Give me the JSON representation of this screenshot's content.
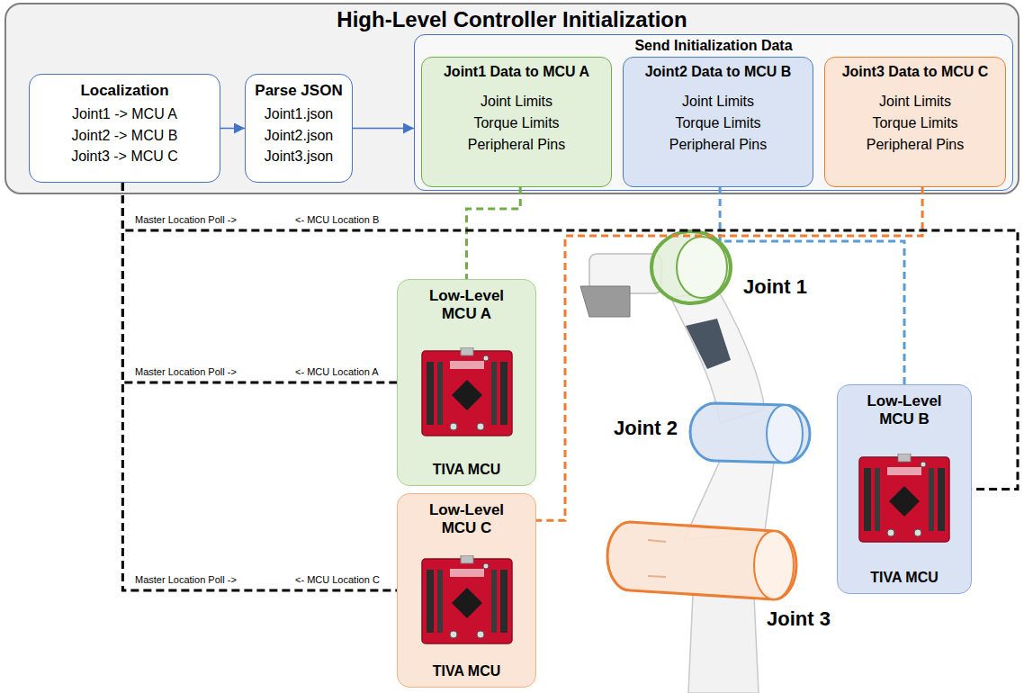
{
  "diagram": {
    "nodes": [
      {
        "text": [
          "High-Level Controller Initialization"
        ]
      },
      {
        "text": [
          "Localization",
          "Joint1 -> MCU A Joint2 -> MCU B Joint3 -> MCU C"
        ],
        "in": 0
      },
      {
        "text": [
          "Parse JSON",
          "Joint1.json Joint2.json Joint3.json"
        ],
        "in": 0
      },
      {
        "text": [
          "Send Initialization Data"
        ],
        "in": 0
      },
      {
        "text": [
          "Joint1 Data to MCU A",
          "Joint Limits Torque Limits Peripheral Pins"
        ],
        "in": 3
      },
      {
        "text": [
          "Joint2 Data to MCU B",
          "Joint Limits Torque Limits Peripheral Pins"
        ],
        "in": 3
      },
      {
        "text": [
          "Joint3 Data to MCU C",
          "Joint Limits Torque Limits Peripheral Pins"
        ],
        "in": 3
      },
      {
        "text": [
          "Low-Level MCU A",
          "TIVA MCU"
        ]
      },
      {
        "text": [
          "Low-Level MCU B",
          "TIVA MCU"
        ]
      },
      {
        "text": [
          "Low-Level MCU C",
          "TIVA MCU"
        ]
      }
    ],
    "edges": [
      {
        "from": 1,
        "to": 2,
        "arrow": "to"
      },
      {
        "from": 2,
        "to": 3,
        "arrow": "to"
      },
      {
        "from": 4,
        "to": 7,
        "arrow": "none"
      },
      {
        "from": 5,
        "to": 8,
        "arrow": "none"
      },
      {
        "from": 6,
        "to": 9,
        "arrow": "none"
      },
      {
        "from": 1,
        "to": 7,
        "arrow": "none"
      },
      {
        "from": 1,
        "to": 8,
        "arrow": "none"
      },
      {
        "from": 1,
        "to": 9,
        "arrow": "none"
      }
    ],
    "labels": [
      "Master Location Poll ->",
      "<- MCU Location B",
      "Joint 1",
      "Master Location Poll ->",
      "<- MCU Location A",
      "Joint 2",
      "Master Location Poll ->",
      "<- MCU Location C",
      "Joint 3"
    ]
  }
}
